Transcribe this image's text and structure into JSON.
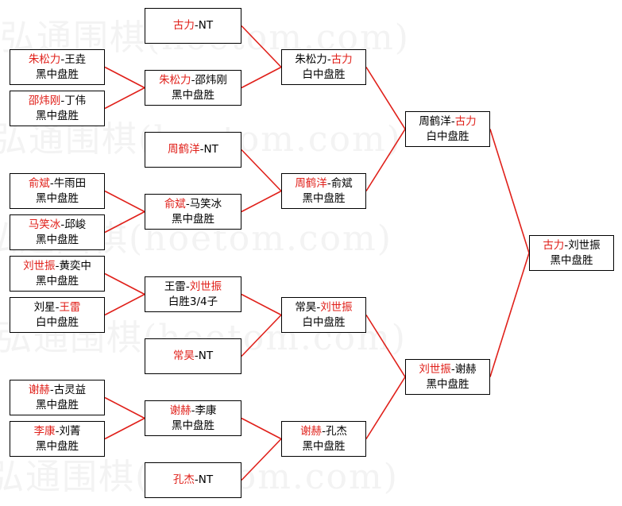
{
  "watermark": "弘通围棋(hoetom.com)",
  "colors": {
    "line": "#e0201a",
    "highlight": "#e0201a",
    "box_border": "#000000"
  },
  "matches": [
    {
      "id": "r16-1",
      "p1": "朱松力",
      "p2": "王垚",
      "winner": 1,
      "result": "黑中盘胜"
    },
    {
      "id": "r16-2",
      "p1": "邵炜刚",
      "p2": "丁伟",
      "winner": 1,
      "result": "黑中盘胜"
    },
    {
      "id": "r16-3",
      "p1": "俞斌",
      "p2": "牛雨田",
      "winner": 1,
      "result": "黑中盘胜"
    },
    {
      "id": "r16-4",
      "p1": "马笑冰",
      "p2": "邱峻",
      "winner": 1,
      "result": "黑中盘胜"
    },
    {
      "id": "r16-5",
      "p1": "刘世振",
      "p2": "黄奕中",
      "winner": 1,
      "result": "黑中盘胜"
    },
    {
      "id": "r16-6",
      "p1": "刘星",
      "p2": "王雷",
      "winner": 2,
      "result": "白中盘胜"
    },
    {
      "id": "r16-7",
      "p1": "谢赫",
      "p2": "古灵益",
      "winner": 1,
      "result": "黑中盘胜"
    },
    {
      "id": "r16-8",
      "p1": "李康",
      "p2": "刘菁",
      "winner": 1,
      "result": "黑中盘胜"
    },
    {
      "id": "r8-1",
      "p1": "古力",
      "p2": "NT",
      "winner": 1,
      "result": ""
    },
    {
      "id": "r8-2",
      "p1": "朱松力",
      "p2": "邵炜刚",
      "winner": 1,
      "result": "黑中盘胜"
    },
    {
      "id": "r8-3",
      "p1": "周鹤洋",
      "p2": "NT",
      "winner": 1,
      "result": ""
    },
    {
      "id": "r8-4",
      "p1": "俞斌",
      "p2": "马笑冰",
      "winner": 1,
      "result": "黑中盘胜"
    },
    {
      "id": "r8-5",
      "p1": "王雷",
      "p2": "刘世振",
      "winner": 2,
      "result": "白胜3/4子"
    },
    {
      "id": "r8-6",
      "p1": "常昊",
      "p2": "NT",
      "winner": 1,
      "result": ""
    },
    {
      "id": "r8-7",
      "p1": "谢赫",
      "p2": "李康",
      "winner": 1,
      "result": "黑中盘胜"
    },
    {
      "id": "r8-8",
      "p1": "孔杰",
      "p2": "NT",
      "winner": 1,
      "result": ""
    },
    {
      "id": "qf-1",
      "p1": "朱松力",
      "p2": "古力",
      "winner": 2,
      "result": "白中盘胜"
    },
    {
      "id": "qf-2",
      "p1": "周鹤洋",
      "p2": "俞斌",
      "winner": 1,
      "result": "黑中盘胜"
    },
    {
      "id": "qf-3",
      "p1": "常昊",
      "p2": "刘世振",
      "winner": 2,
      "result": "白中盘胜"
    },
    {
      "id": "qf-4",
      "p1": "谢赫",
      "p2": "孔杰",
      "winner": 1,
      "result": "黑中盘胜"
    },
    {
      "id": "sf-1",
      "p1": "周鹤洋",
      "p2": "古力",
      "winner": 2,
      "result": "白中盘胜"
    },
    {
      "id": "sf-2",
      "p1": "刘世振",
      "p2": "谢赫",
      "winner": 1,
      "result": "黑中盘胜"
    },
    {
      "id": "final",
      "p1": "古力",
      "p2": "刘世振",
      "winner": 1,
      "result": "黑中盘胜"
    }
  ]
}
